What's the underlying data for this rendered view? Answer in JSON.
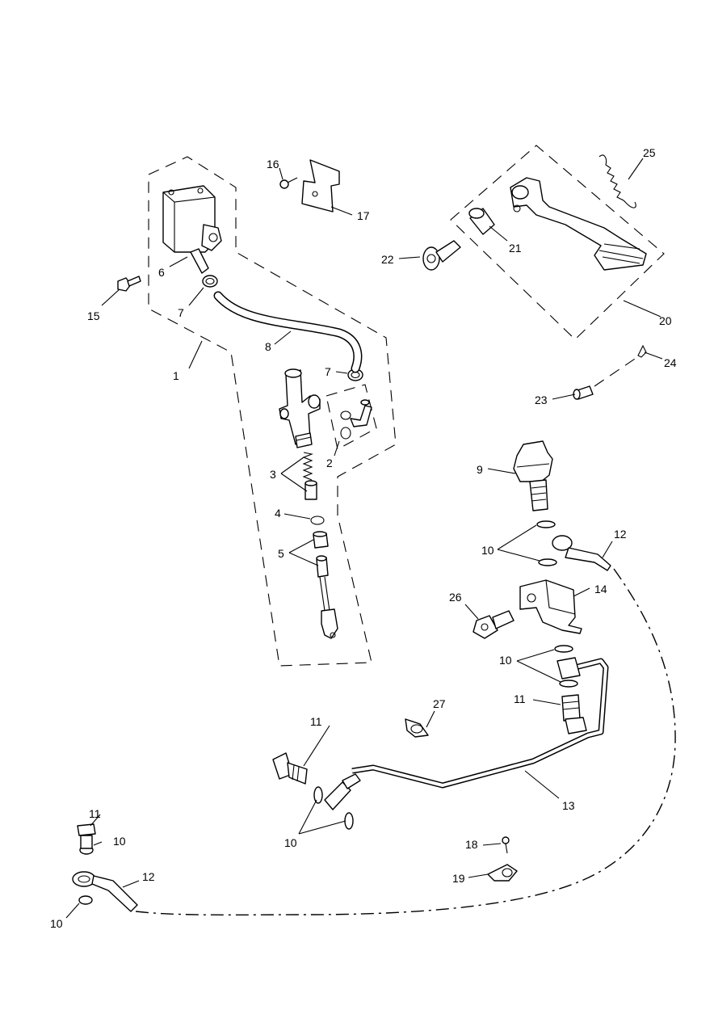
{
  "callouts": [
    {
      "id": "c1",
      "text": "1"
    },
    {
      "id": "c2",
      "text": "2"
    },
    {
      "id": "c3",
      "text": "3"
    },
    {
      "id": "c4",
      "text": "4"
    },
    {
      "id": "c5",
      "text": "5"
    },
    {
      "id": "c6",
      "text": "6"
    },
    {
      "id": "c7a",
      "text": "7"
    },
    {
      "id": "c7b",
      "text": "7"
    },
    {
      "id": "c8",
      "text": "8"
    },
    {
      "id": "c9",
      "text": "9"
    },
    {
      "id": "c10a",
      "text": "10"
    },
    {
      "id": "c10b",
      "text": "10"
    },
    {
      "id": "c10c",
      "text": "10"
    },
    {
      "id": "c10d",
      "text": "10"
    },
    {
      "id": "c10e",
      "text": "10"
    },
    {
      "id": "c11a",
      "text": "11"
    },
    {
      "id": "c11b",
      "text": "11"
    },
    {
      "id": "c11c",
      "text": "11"
    },
    {
      "id": "c12a",
      "text": "12"
    },
    {
      "id": "c12b",
      "text": "12"
    },
    {
      "id": "c13",
      "text": "13"
    },
    {
      "id": "c14",
      "text": "14"
    },
    {
      "id": "c15",
      "text": "15"
    },
    {
      "id": "c16",
      "text": "16"
    },
    {
      "id": "c17",
      "text": "17"
    },
    {
      "id": "c18",
      "text": "18"
    },
    {
      "id": "c19",
      "text": "19"
    },
    {
      "id": "c20",
      "text": "20"
    },
    {
      "id": "c21",
      "text": "21"
    },
    {
      "id": "c22",
      "text": "22"
    },
    {
      "id": "c23",
      "text": "23"
    },
    {
      "id": "c24",
      "text": "24"
    },
    {
      "id": "c25",
      "text": "25"
    },
    {
      "id": "c26",
      "text": "26"
    },
    {
      "id": "c27",
      "text": "27"
    }
  ],
  "parts": [
    "master-cylinder-assembly",
    "seal-kit",
    "piston-spring-kit",
    "circlip",
    "pushrod-kit",
    "reservoir",
    "hose-clip",
    "reservoir-hose",
    "brake-light-switch",
    "sealing-washer",
    "banjo-bolt",
    "brake-hose",
    "brake-pipe",
    "hose-junction-block",
    "reservoir-bolt",
    "bracket-screw",
    "reservoir-bracket",
    "bracket-screw-lower",
    "p-clip",
    "brake-pedal",
    "pedal-bush",
    "pedal-pivot-bolt",
    "clevis-pin",
    "split-pin",
    "return-spring",
    "junction-block-screw",
    "pipe-clip"
  ]
}
